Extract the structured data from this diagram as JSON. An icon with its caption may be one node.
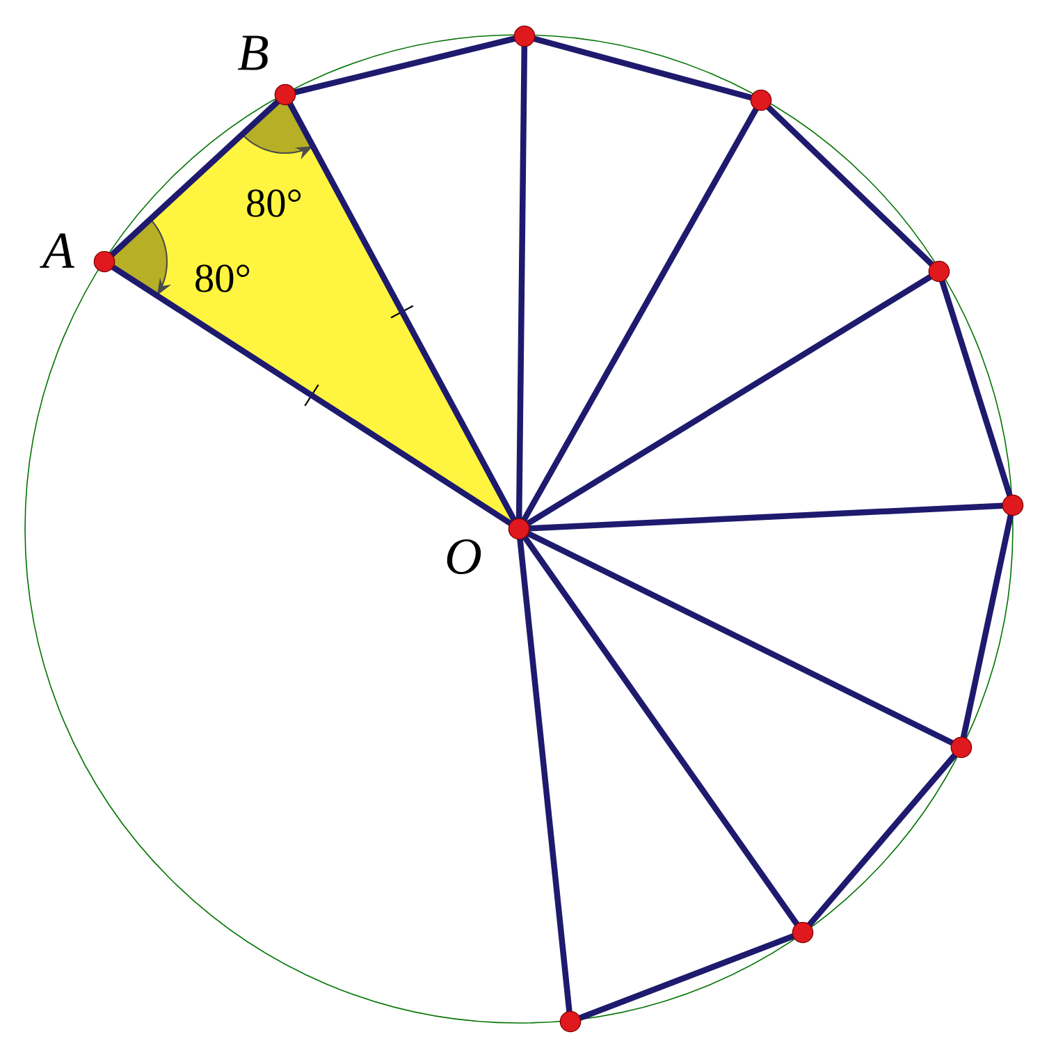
{
  "diagram": {
    "nodes": [
      {
        "text": [],
        "shape": "circle",
        "beside": [
          "A"
        ]
      },
      {
        "text": [],
        "shape": "circle",
        "beside": [
          "B"
        ]
      },
      {
        "text": [],
        "shape": "circle"
      },
      {
        "text": [],
        "shape": "circle"
      },
      {
        "text": [],
        "shape": "circle"
      },
      {
        "text": [],
        "shape": "circle"
      },
      {
        "text": [],
        "shape": "circle"
      },
      {
        "text": [],
        "shape": "circle"
      },
      {
        "text": [],
        "shape": "circle"
      },
      {
        "text": [],
        "shape": "circle",
        "beside": [
          "O"
        ]
      }
    ],
    "edges": [
      {
        "from": 0,
        "to": 1,
        "arrow": "none"
      },
      {
        "from": 1,
        "to": 2,
        "arrow": "none"
      },
      {
        "from": 2,
        "to": 3,
        "arrow": "none"
      },
      {
        "from": 3,
        "to": 4,
        "arrow": "none"
      },
      {
        "from": 4,
        "to": 5,
        "arrow": "none"
      },
      {
        "from": 5,
        "to": 6,
        "arrow": "none"
      },
      {
        "from": 6,
        "to": 7,
        "arrow": "none"
      },
      {
        "from": 7,
        "to": 8,
        "arrow": "none"
      },
      {
        "from": 9,
        "to": 0,
        "arrow": "none"
      },
      {
        "from": 9,
        "to": 1,
        "arrow": "none"
      },
      {
        "from": 9,
        "to": 2,
        "arrow": "none"
      },
      {
        "from": 9,
        "to": 3,
        "arrow": "none"
      },
      {
        "from": 9,
        "to": 4,
        "arrow": "none"
      },
      {
        "from": 9,
        "to": 5,
        "arrow": "none"
      },
      {
        "from": 9,
        "to": 6,
        "arrow": "none"
      },
      {
        "from": 9,
        "to": 7,
        "arrow": "none"
      },
      {
        "from": 9,
        "to": 8,
        "arrow": "none"
      }
    ],
    "labels": [
      "80°",
      "80°"
    ]
  }
}
